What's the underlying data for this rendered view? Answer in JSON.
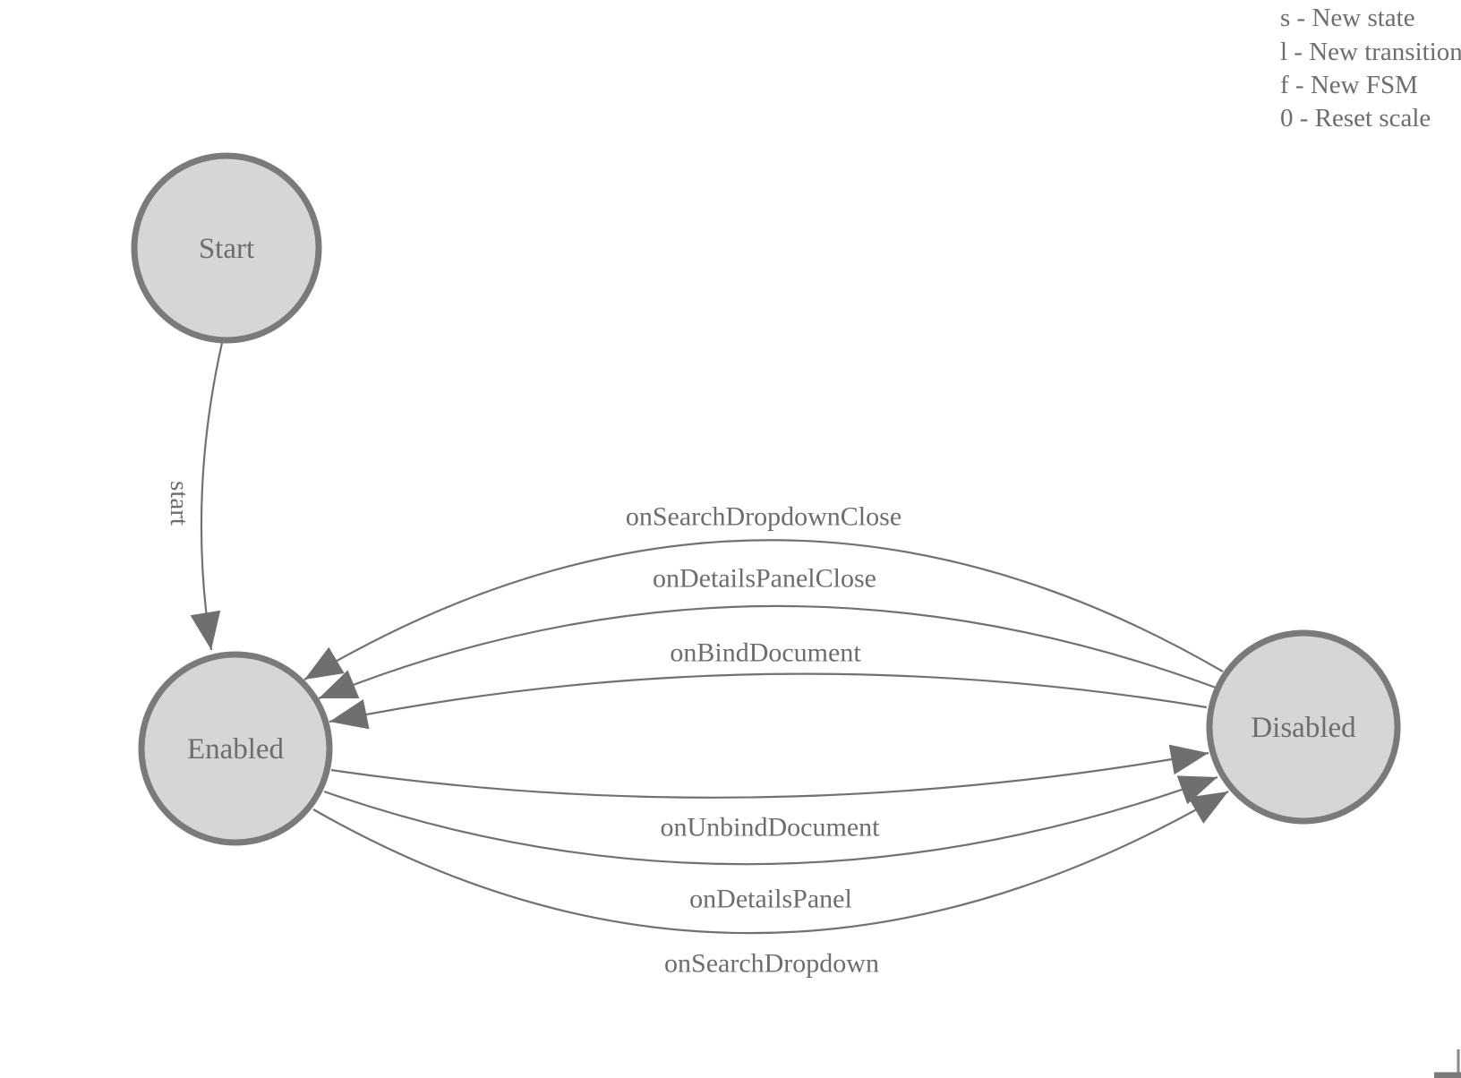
{
  "canvas": {
    "background": "#ffffff"
  },
  "legend": {
    "lines": [
      "s - New state",
      "l - New transition",
      "f - New FSM",
      "0 - Reset scale"
    ]
  },
  "states": {
    "start": {
      "label": "Start"
    },
    "enabled": {
      "label": "Enabled"
    },
    "disabled": {
      "label": "Disabled"
    }
  },
  "transitions": {
    "start_to_enabled": {
      "label": "start",
      "from": "Start",
      "to": "Enabled"
    },
    "disabled_to_enabled": [
      {
        "label": "onSearchDropdownClose",
        "from": "Disabled",
        "to": "Enabled"
      },
      {
        "label": "onDetailsPanelClose",
        "from": "Disabled",
        "to": "Enabled"
      },
      {
        "label": "onBindDocument",
        "from": "Disabled",
        "to": "Enabled"
      }
    ],
    "enabled_to_disabled": [
      {
        "label": "onUnbindDocument",
        "from": "Enabled",
        "to": "Disabled"
      },
      {
        "label": "onDetailsPanel",
        "from": "Enabled",
        "to": "Disabled"
      },
      {
        "label": "onSearchDropdown",
        "from": "Enabled",
        "to": "Disabled"
      }
    ]
  },
  "colors": {
    "node_fill": "#d6d6d6",
    "node_stroke": "#7a7a7a",
    "edge_stroke": "#717171",
    "arrow_fill": "#6f6f6f",
    "text": "#6d6d6d"
  }
}
